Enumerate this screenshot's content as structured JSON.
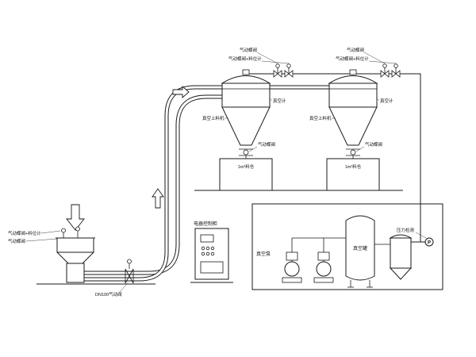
{
  "diagram": {
    "receivers": [
      {
        "top_valve_label": "气动蝶阀",
        "top_valve_level_label": "气动蝶阀+料位计",
        "vacuum_gauge_label": "真空计",
        "equipment_label": "真空上料机",
        "discharge_valve_label": "气动蝶阀",
        "silo_label": "1m³料仓"
      },
      {
        "top_valve_label": "气动蝶阀",
        "top_valve_level_label": "气动蝶阀+料位计",
        "vacuum_gauge_label": "真空计",
        "equipment_label": "真空上料机",
        "discharge_valve_label": "气动蝶阀",
        "silo_label": "1m³料仓"
      }
    ],
    "feed_station": {
      "valve_level_label": "气动蝶阀+料位计",
      "valve_label": "气动蝶阀",
      "line_valve_label": "DN100气动阀"
    },
    "control_cabinet": {
      "label": "电器控制柜"
    },
    "pump_room": {
      "vacuum_pump_label": "真空泵",
      "tank_label": "真空罐",
      "pressure_label": "压力检测",
      "instrument_tag": "P"
    }
  }
}
